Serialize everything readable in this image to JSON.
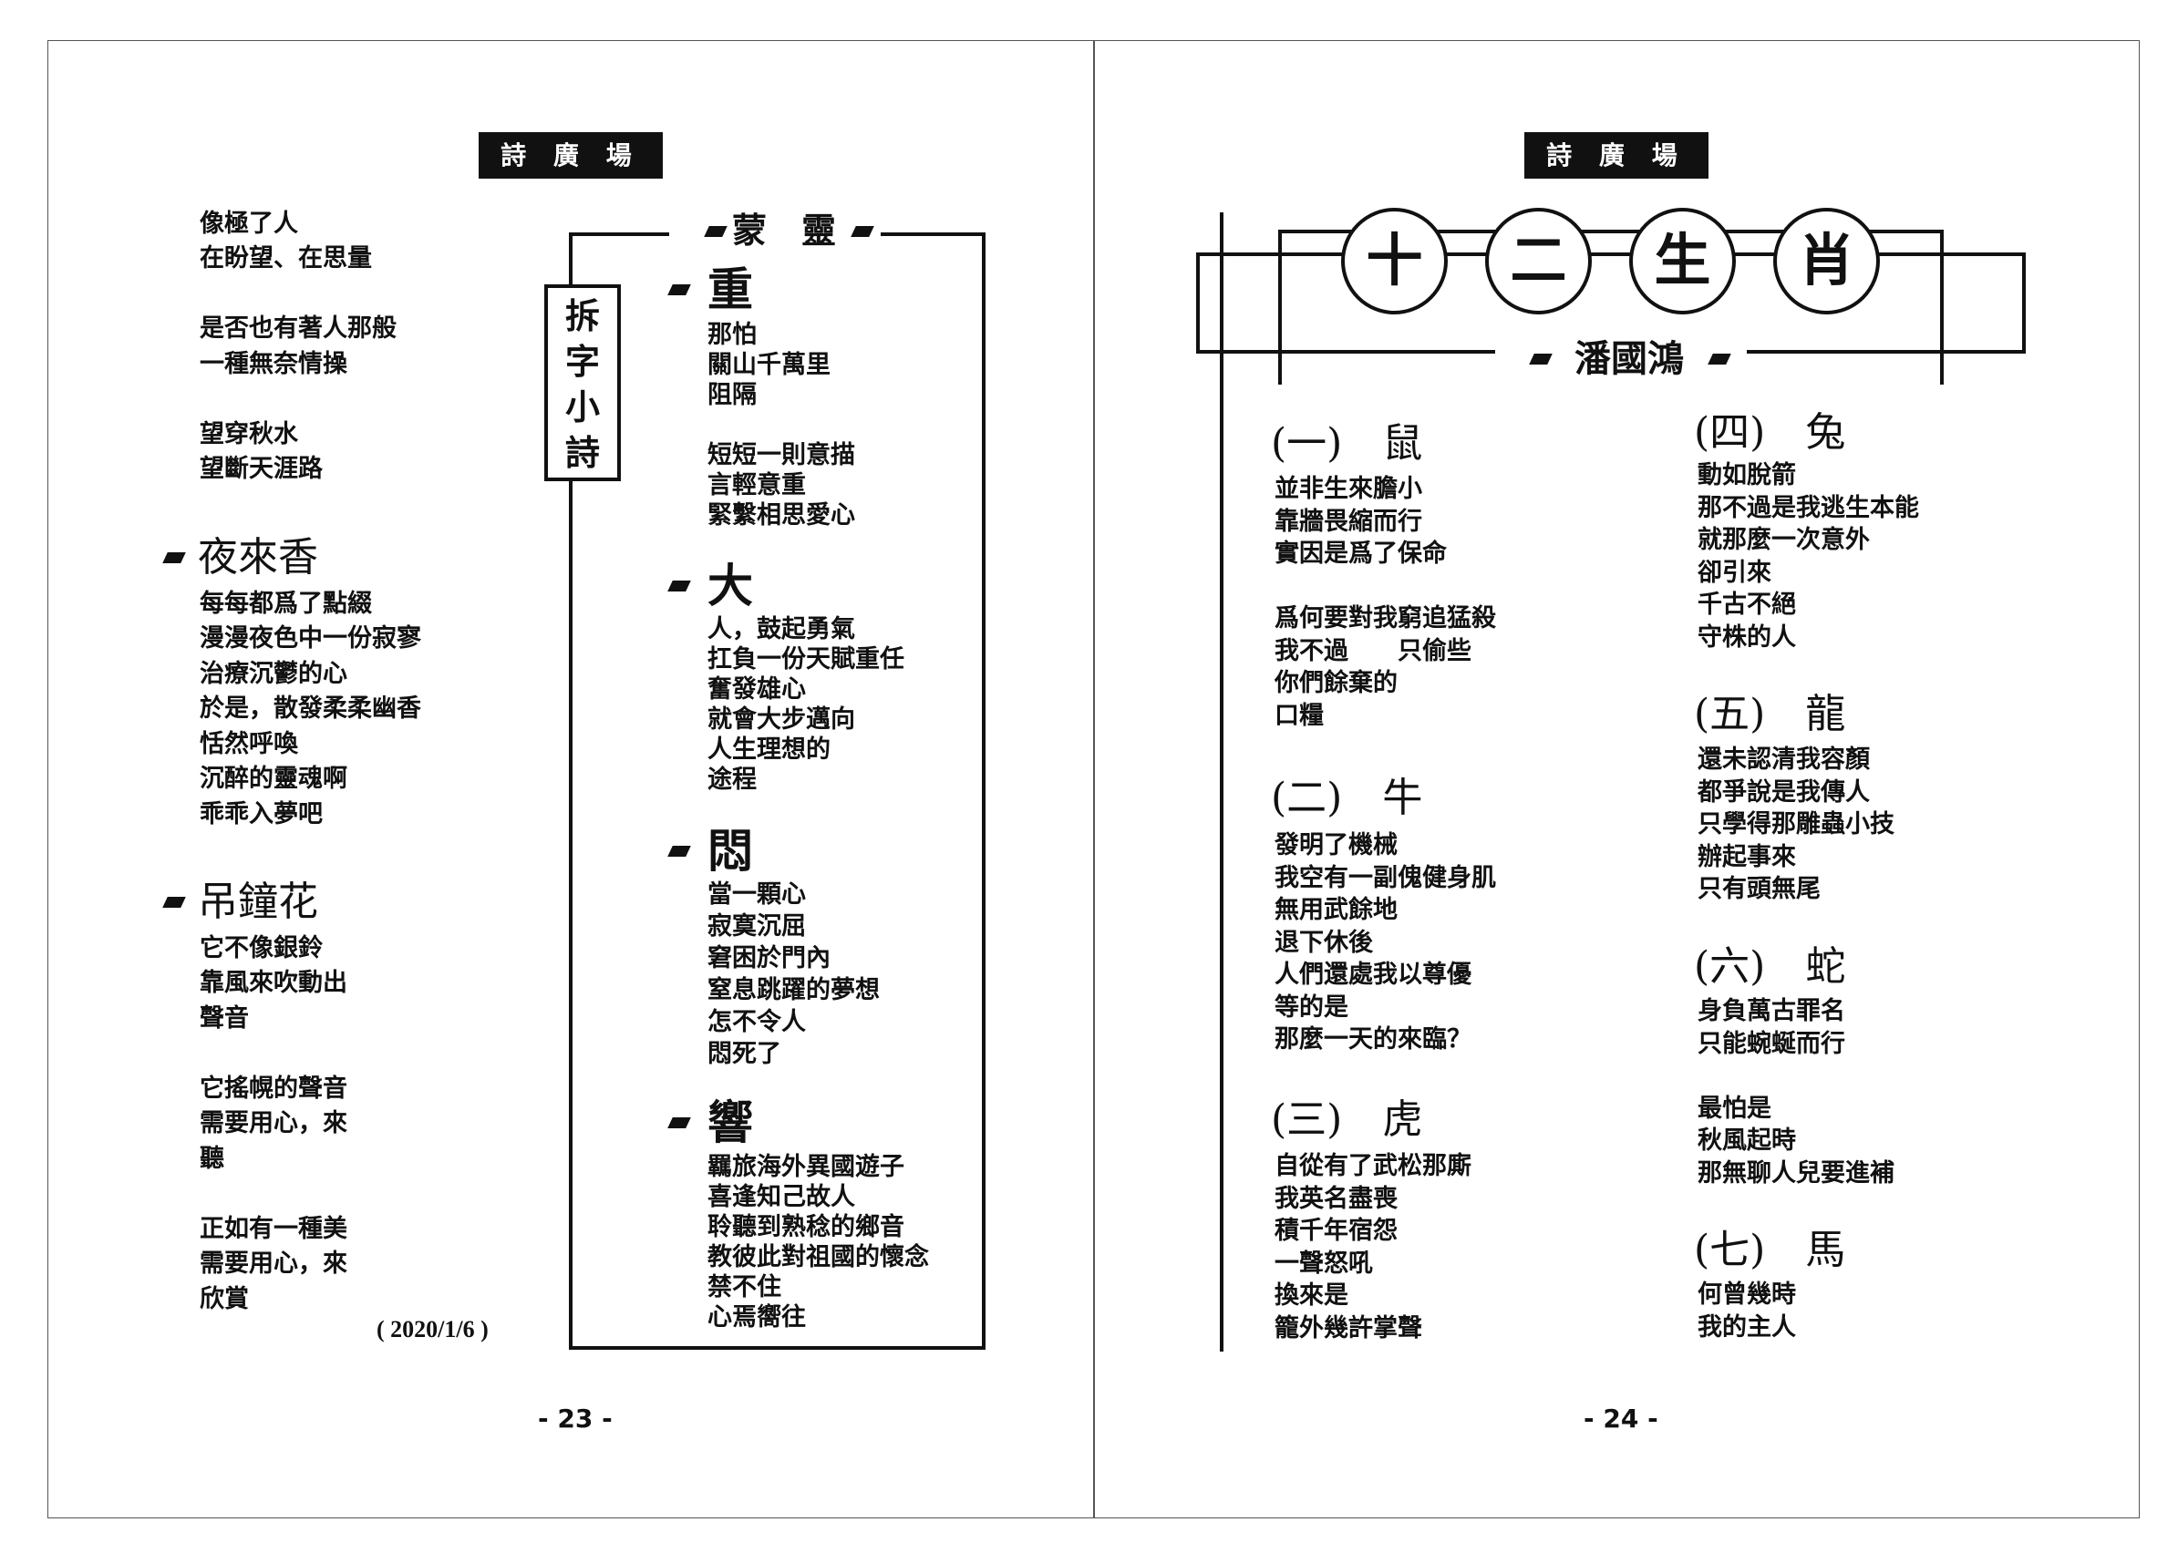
{
  "left_page": {
    "section_tag": "詩 廣 場",
    "intro_lines": [
      "像極了人",
      "在盼望、在思量",
      "",
      "是否也有著人那般",
      "一種無奈情操",
      "",
      "望穿秋水",
      "望斷天涯路"
    ],
    "poems": [
      {
        "title": "夜來香",
        "lines": [
          "每每都爲了點綴",
          "漫漫夜色中一份寂寥",
          "治療沉鬱的心",
          "於是，散發柔柔幽香",
          "恬然呼喚",
          "沉醉的靈魂啊",
          "乖乖入夢吧"
        ]
      },
      {
        "title": "吊鐘花",
        "lines": [
          "它不像銀鈴",
          "靠風來吹動出",
          "聲音",
          "",
          "它搖幌的聲音",
          "需要用心，來",
          "聽",
          "",
          "正如有一種美",
          "需要用心，來",
          "欣賞"
        ]
      }
    ],
    "date": "( 2020/1/6 )",
    "page_number": "- 23 -"
  },
  "middle": {
    "author": "蒙　靈",
    "side_label": [
      "拆",
      "字",
      "小",
      "詩"
    ],
    "entries": [
      {
        "char": "重",
        "lines": [
          "那怕",
          "關山千萬里",
          "阻隔",
          "",
          "短短一則意描",
          "言輕意重",
          "緊繫相思愛心"
        ]
      },
      {
        "char": "大",
        "lines": [
          "人，鼓起勇氣",
          "扛負一份天賦重任",
          "奮發雄心",
          "就會大步邁向",
          "人生理想的",
          "途程"
        ]
      },
      {
        "char": "悶",
        "lines": [
          "當一顆心",
          "寂寞沉屈",
          "窘困於門內",
          "窒息跳躍的夢想",
          "怎不令人",
          "悶死了"
        ]
      },
      {
        "char": "響",
        "lines": [
          "羈旅海外異國遊子",
          "喜逢知己故人",
          "聆聽到熟稔的鄉音",
          "教彼此對祖國的懷念",
          "禁不住",
          "心焉嚮往"
        ]
      }
    ]
  },
  "right_page": {
    "section_tag": "詩 廣 場",
    "title_chars": [
      "十",
      "二",
      "生",
      "肖"
    ],
    "author": "潘國鴻",
    "entries": [
      {
        "heading": "(一)　鼠",
        "lines": [
          "並非生來膽小",
          "靠牆畏縮而行",
          "實因是爲了保命",
          "",
          "爲何要對我窮追猛殺",
          "我不過　　只偷些",
          "你們餘棄的",
          "口糧"
        ]
      },
      {
        "heading": "(二)　牛",
        "lines": [
          "發明了機械",
          "我空有一副傀健身肌",
          "無用武餘地",
          "退下休後",
          "人們還處我以尊優",
          "等的是",
          "那麼一天的來臨？"
        ]
      },
      {
        "heading": "(三)　虎",
        "lines": [
          "自從有了武松那廝",
          "我英名盡喪",
          "積千年宿怨",
          "一聲怒吼",
          "換來是",
          "籠外幾許掌聲"
        ]
      },
      {
        "heading": "(四)　兔",
        "lines": [
          "動如脫箭",
          "那不過是我逃生本能",
          "就那麼一次意外",
          "卻引來",
          "千古不絕",
          "守株的人"
        ]
      },
      {
        "heading": "(五)　龍",
        "lines": [
          "還未認清我容顏",
          "都爭說是我傳人",
          "只學得那雕蟲小技",
          "辦起事來",
          "只有頭無尾"
        ]
      },
      {
        "heading": "(六)　蛇",
        "lines": [
          "身負萬古罪名",
          "只能蜿蜒而行",
          "",
          "最怕是",
          "秋風起時",
          "那無聊人兒要進補"
        ]
      },
      {
        "heading": "(七)　馬",
        "lines": [
          "何曾幾時",
          "我的主人"
        ]
      }
    ],
    "page_number": "- 24 -"
  }
}
